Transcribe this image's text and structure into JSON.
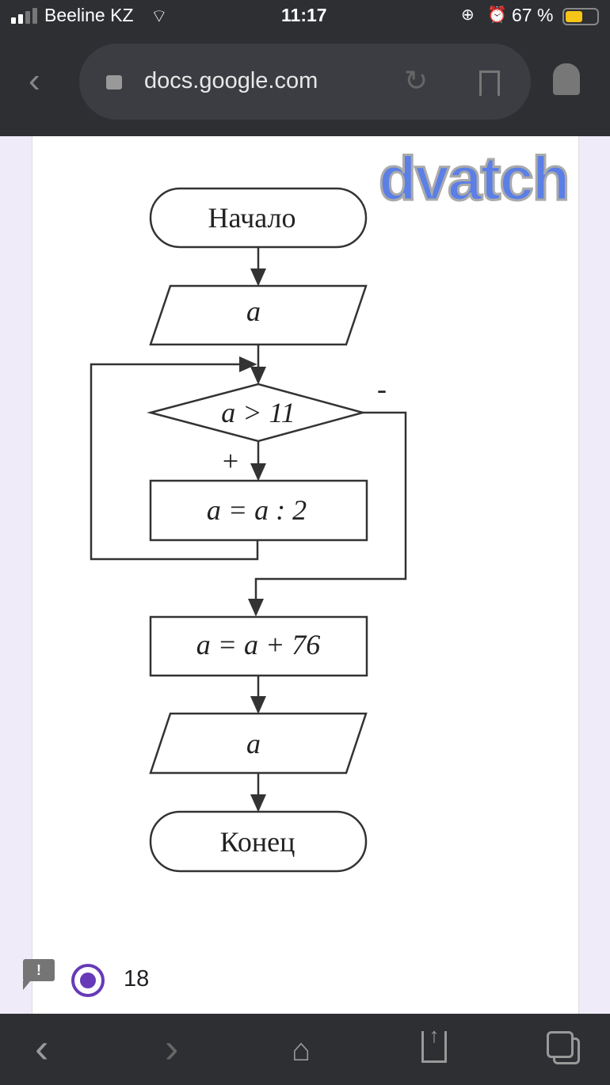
{
  "status_bar": {
    "carrier": "Beeline KZ",
    "time": "11:17",
    "battery": "67 %"
  },
  "browser": {
    "url": "docs.google.com",
    "watermark": "dvatch"
  },
  "flowchart": {
    "start": "Начало",
    "input": "a",
    "condition": "a > 11",
    "yes_label": "+",
    "no_label": "-",
    "loop_body": "a = a : 2",
    "after": "a = a + 76",
    "output": "a",
    "end": "Конец"
  },
  "answer": {
    "value": "18",
    "selected": true,
    "accent": "#673ab7"
  }
}
